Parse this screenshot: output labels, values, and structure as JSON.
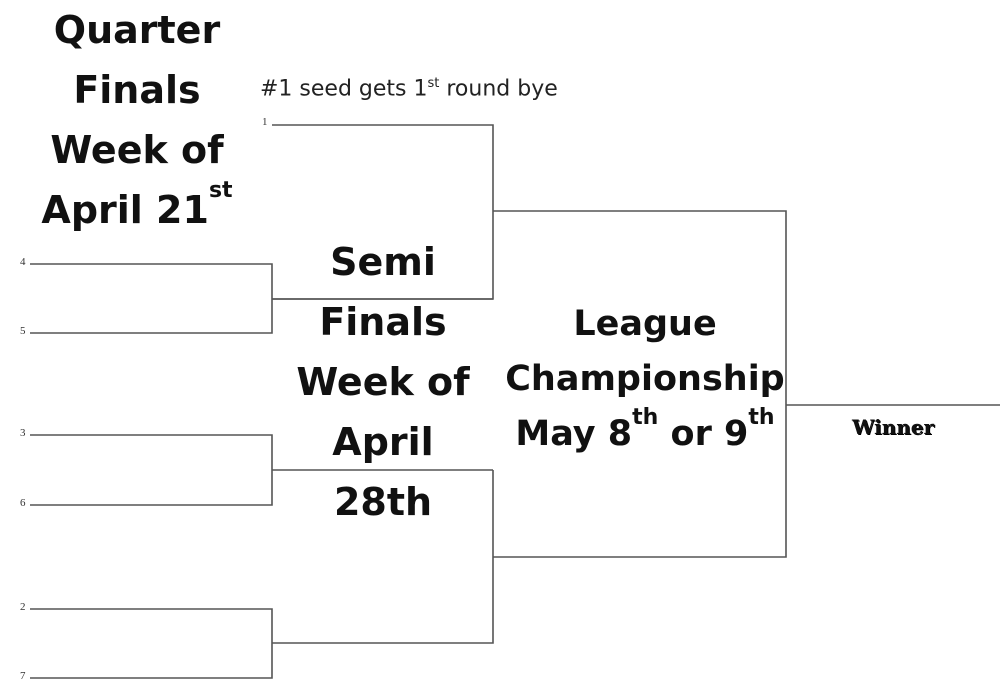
{
  "quarter": {
    "l1": "Quarter",
    "l2": "Finals",
    "l3": "Week of",
    "l4": "April 21",
    "sup": "st"
  },
  "semi": {
    "l1": "Semi",
    "l2": "Finals",
    "l3": "Week of",
    "l4": "April",
    "l5": "28th"
  },
  "champ": {
    "l1": "League",
    "l2": "Championship",
    "l3a": "May 8",
    "sup1": "th",
    "l3b": " or 9",
    "sup2": "th"
  },
  "note": {
    "a": "#1 seed gets 1",
    "sup": "st",
    "b": " round bye"
  },
  "seeds": [
    "1",
    "4",
    "5",
    "3",
    "6",
    "2",
    "7"
  ],
  "winner": "Winner"
}
